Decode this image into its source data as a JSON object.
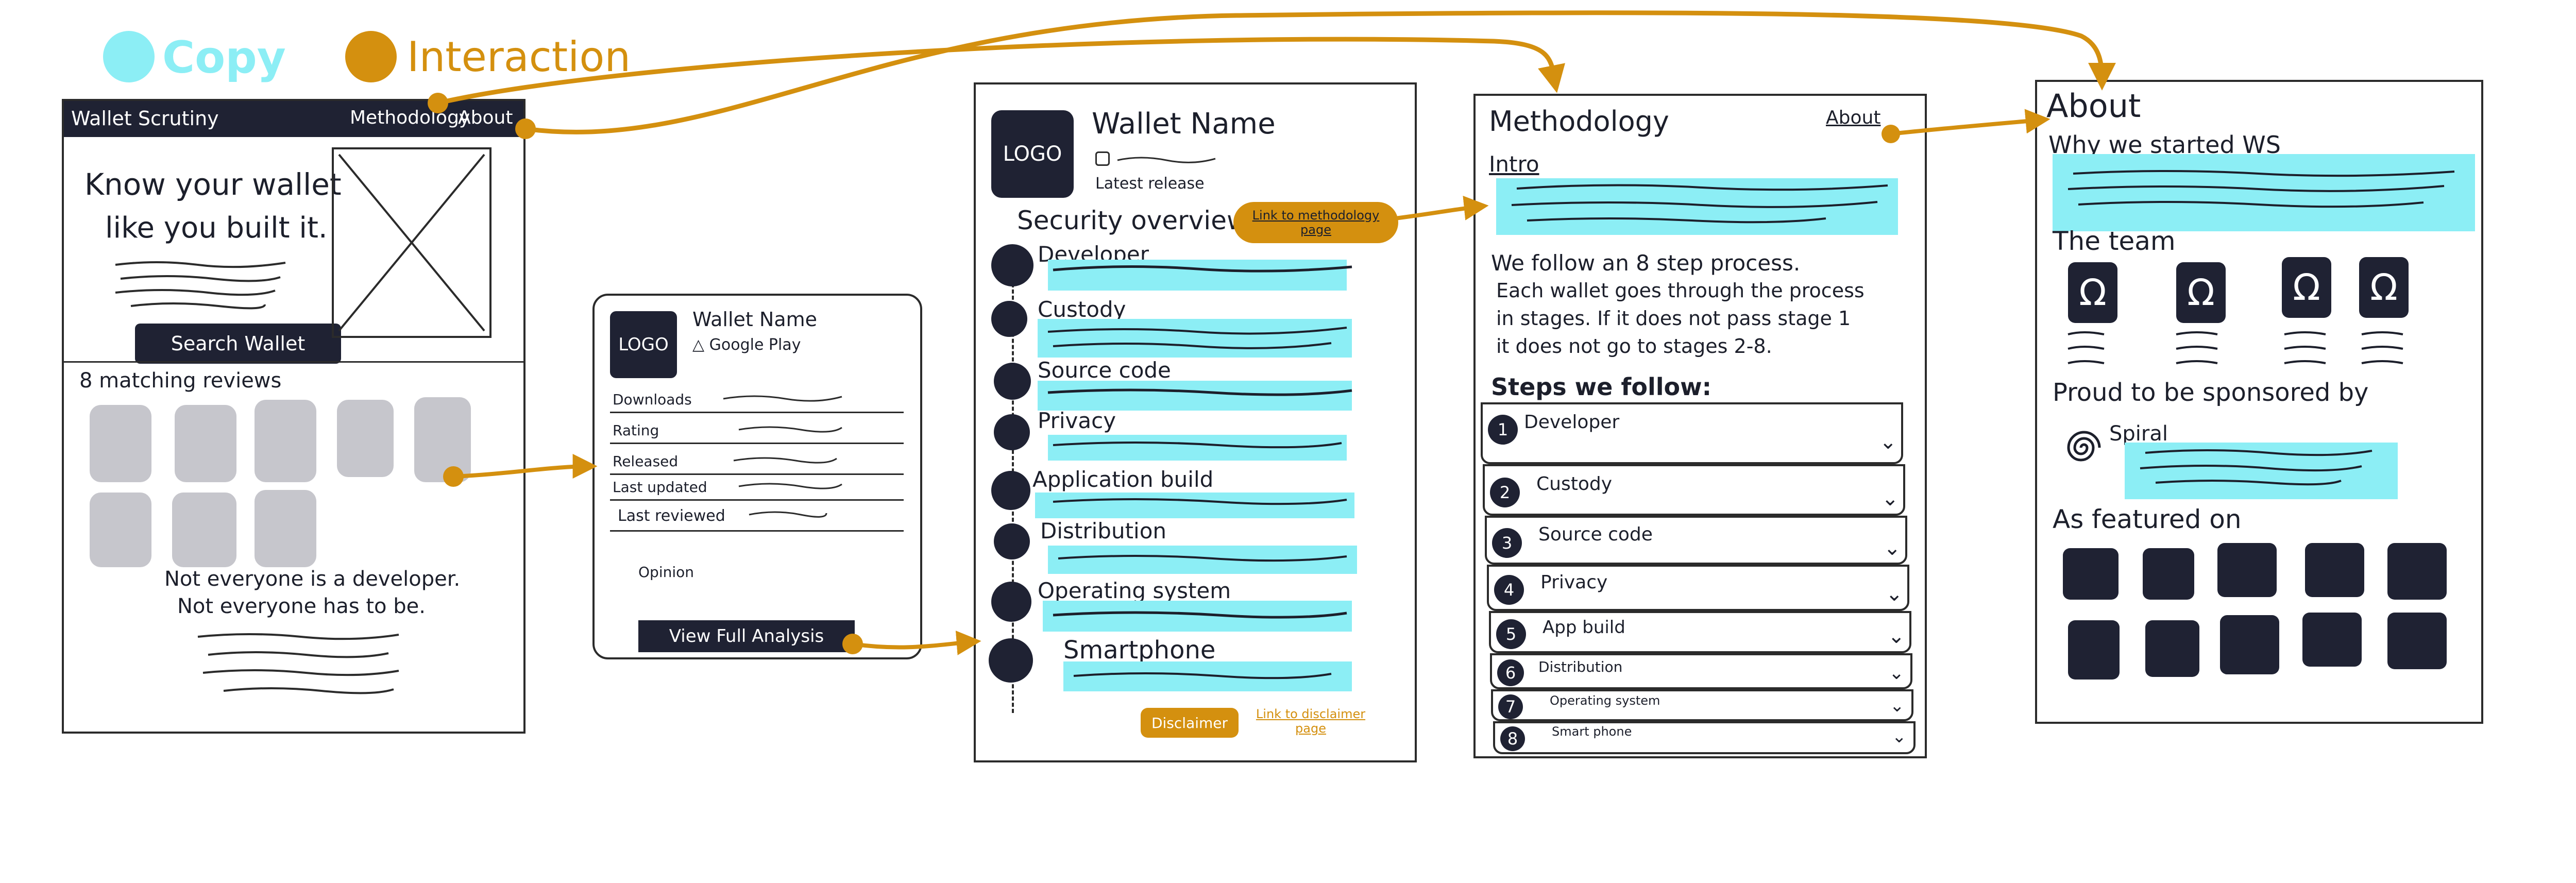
{
  "legend": {
    "copy_label": "Copy",
    "interaction_label": "Interaction",
    "copy_color": "#8ceef5",
    "interaction_color": "#d4900f"
  },
  "home": {
    "brand": "Wallet Scrutiny",
    "nav_methodology": "Methodology",
    "nav_about": "About",
    "hero_heading_line1": "Know your wallet",
    "hero_heading_line2": "like you built it.",
    "search_button": "Search Wallet",
    "reviews_heading": "8 matching reviews",
    "tagline_line1": "Not everyone is a developer.",
    "tagline_line2": "Not everyone has to be."
  },
  "summary": {
    "logo": "LOGO",
    "wallet_name": "Wallet Name",
    "store": "Google Play",
    "fields": [
      "Downloads",
      "Rating",
      "Released",
      "Last updated",
      "Last reviewed"
    ],
    "opinion": "Opinion",
    "view_button": "View Full Analysis"
  },
  "detail": {
    "logo": "LOGO",
    "wallet_name": "Wallet Name",
    "latest_release": "Latest release",
    "section_heading": "Security overview",
    "methodology_link": "Link to methodology page",
    "stages": [
      "Developer",
      "Custody",
      "Source code",
      "Privacy",
      "Application build",
      "Distribution",
      "Operating system",
      "Smartphone"
    ],
    "disclaimer_button": "Disclaimer",
    "disclaimer_link": "Link to disclaimer page"
  },
  "methodology": {
    "title": "Methodology",
    "nav_about": "About",
    "intro_label": "Intro",
    "body_lines": [
      "We follow an 8 step process.",
      "Each wallet goes through the process",
      "in stages. If it does not pass stage 1",
      "it does not go to stages 2-8."
    ],
    "steps_heading": "Steps we follow:",
    "steps": [
      {
        "num": "1",
        "label": "Developer"
      },
      {
        "num": "2",
        "label": "Custody"
      },
      {
        "num": "3",
        "label": "Source code"
      },
      {
        "num": "4",
        "label": "Privacy"
      },
      {
        "num": "5",
        "label": "App build"
      },
      {
        "num": "6",
        "label": "Distribution"
      },
      {
        "num": "7",
        "label": "Operating system"
      },
      {
        "num": "8",
        "label": "Smart phone"
      }
    ]
  },
  "about": {
    "title": "About",
    "why_heading": "Why we started WS",
    "team_heading": "The team",
    "member_icons": [
      "omega-icon",
      "omega-icon",
      "omega-icon",
      "omega-icon"
    ],
    "sponsor_heading": "Proud to be sponsored by",
    "sponsor_name": "Spiral",
    "featured_heading": "As featured on"
  }
}
